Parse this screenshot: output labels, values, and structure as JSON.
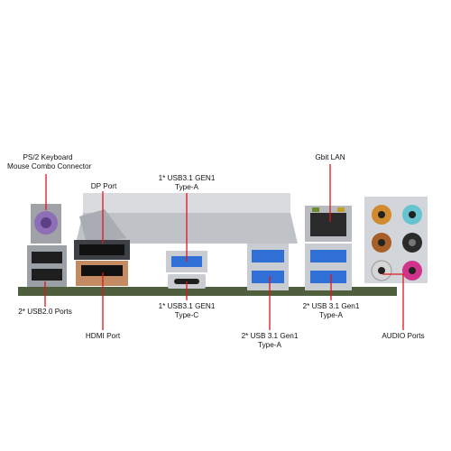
{
  "labels": {
    "ps2": {
      "line1": "PS/2 Keyboard",
      "line2": "Mouse Combo Connector"
    },
    "dp": "DP Port",
    "usb31_typea_top": {
      "line1": "1* USB3.1 GEN1",
      "line2": "Type-A"
    },
    "gbit_lan": "Gbit LAN",
    "usb20": "2* USB2.0 Ports",
    "usb31_typec": {
      "line1": "1* USB3.1 GEN1",
      "line2": "Type-C"
    },
    "usb31_typea_right": {
      "line1": "2* USB 3.1 Gen1",
      "line2": "Type-A"
    },
    "hdmi": "HDMI Port",
    "usb31_typea_bottom": {
      "line1": "2* USB 3.1 Gen1",
      "line2": "Type-A"
    },
    "audio": "AUDIO Ports"
  },
  "colors": {
    "callout_line": "#e0141e",
    "usb3_blue": "#2f6fd6",
    "audio_jacks": [
      "#d28a2e",
      "#66c3cf",
      "#a85f27",
      "#2b2b2b",
      "#d6d6d6",
      "#d2338a"
    ],
    "ps2_port": "#8e6fb7"
  }
}
